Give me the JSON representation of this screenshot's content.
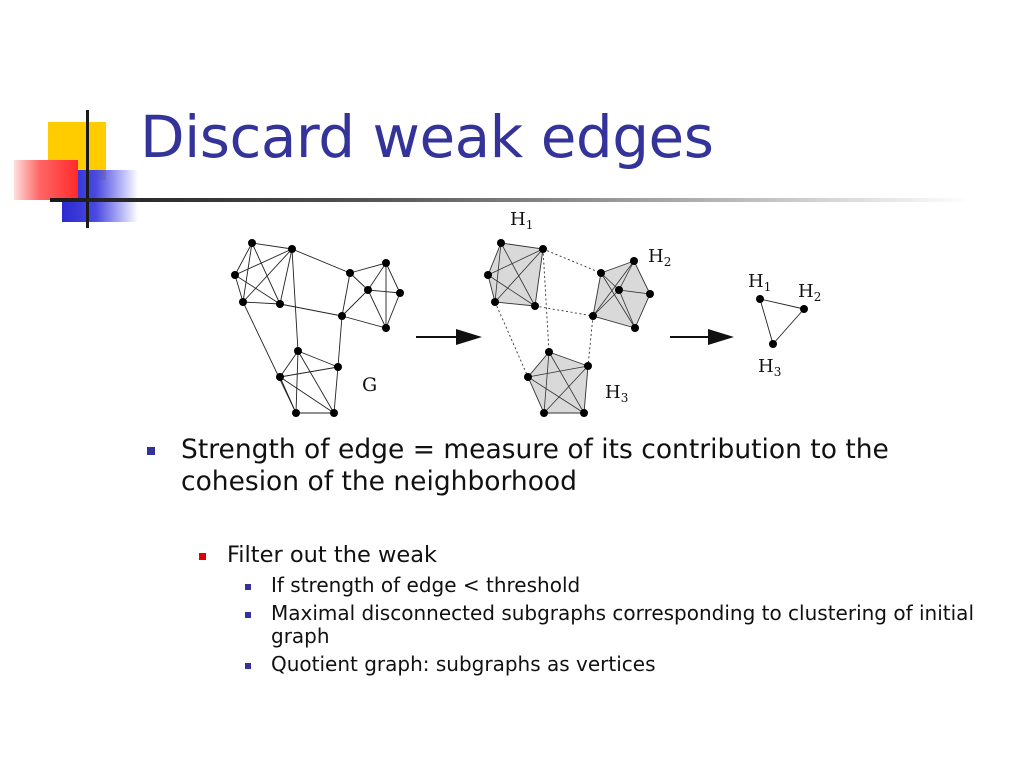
{
  "slide": {
    "title": "Discard weak edges",
    "bullets": [
      {
        "text": "Strength of edge = measure of its contribution to the cohesion of the neighborhood",
        "sub": [
          {
            "text": "Filter out the weak",
            "sub": [
              "If strength of edge < threshold",
              "Maximal disconnected subgraphs corresponding to clustering of initial graph",
              "Quotient graph: subgraphs as vertices"
            ]
          }
        ]
      }
    ]
  },
  "diagram": {
    "graph_label": "G",
    "cluster_labels": {
      "h1": {
        "letter": "H",
        "sub": "1"
      },
      "h2": {
        "letter": "H",
        "sub": "2"
      },
      "h3": {
        "letter": "H",
        "sub": "3"
      }
    },
    "quotient_labels": {
      "h1": {
        "letter": "H",
        "sub": "1"
      },
      "h2": {
        "letter": "H",
        "sub": "2"
      },
      "h3": {
        "letter": "H",
        "sub": "3"
      }
    }
  },
  "colors": {
    "title": "#333399",
    "bullet_level1": "#333399",
    "bullet_level2": "#e00000",
    "bullet_level3": "#333399",
    "deco_yellow": "#ffcc00",
    "deco_blue": "#3333cc",
    "deco_red": "#ff3333",
    "cluster_fill": "#d9d9d9"
  }
}
